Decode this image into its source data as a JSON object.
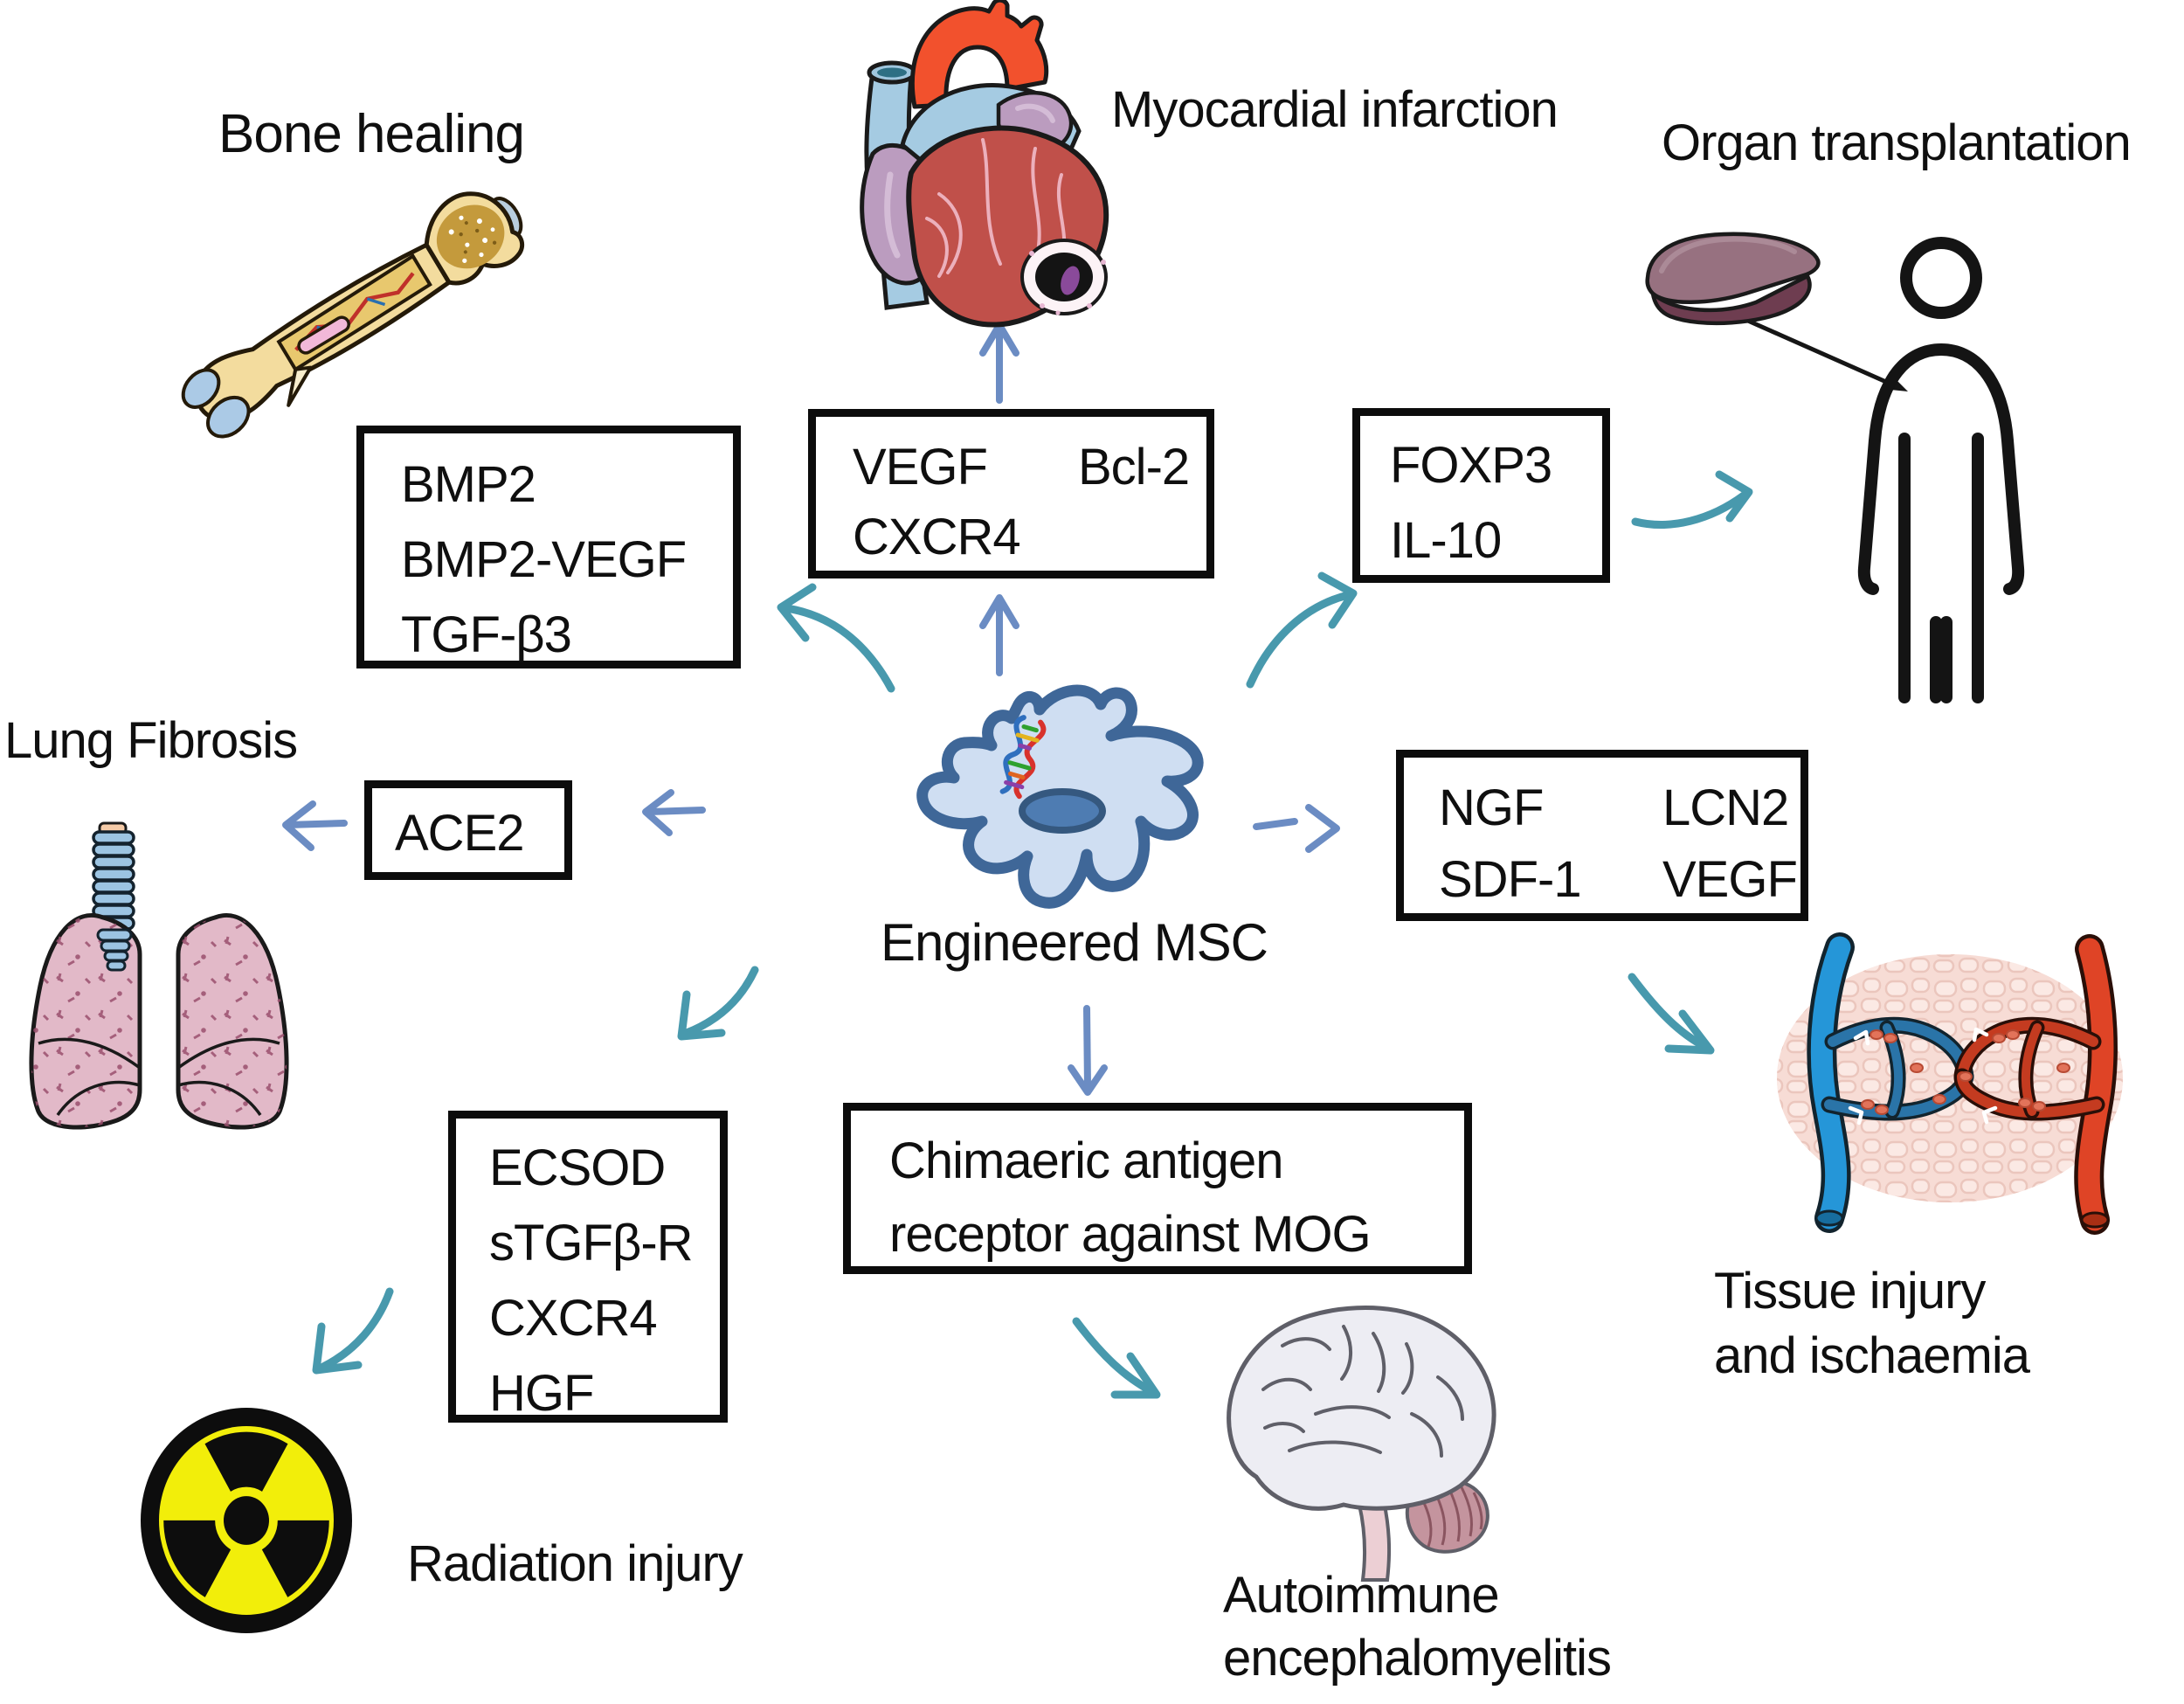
{
  "figure": {
    "center": {
      "label": "Engineered MSC"
    },
    "branches": {
      "bone": {
        "title": "Bone healing",
        "genes": [
          "BMP2",
          "BMP2-VEGF",
          "TGF-β3"
        ]
      },
      "heart": {
        "title": "Myocardial infarction",
        "genes_col1": [
          "VEGF",
          "CXCR4"
        ],
        "genes_col2": [
          "Bcl-2"
        ]
      },
      "transplant": {
        "title": "Organ transplantation",
        "genes": [
          "FOXP3",
          "IL-10"
        ]
      },
      "lung": {
        "title": "Lung Fibrosis",
        "genes": [
          "ACE2"
        ]
      },
      "tissue": {
        "title_lines": [
          "Tissue injury",
          "and ischaemia"
        ],
        "genes_col1": [
          "NGF",
          "SDF-1"
        ],
        "genes_col2": [
          "LCN2",
          "VEGF"
        ]
      },
      "radiation": {
        "title": "Radiation injury",
        "genes": [
          "ECSOD",
          "sTGFβ-R",
          "CXCR4",
          "HGF"
        ]
      },
      "autoimmune": {
        "title_lines": [
          "Autoimmune",
          "encephalomyelitis"
        ],
        "genes": [
          "Chimaeric antigen",
          "receptor against MOG"
        ]
      }
    },
    "colors": {
      "straight_arrow": "#6b8cc3",
      "curved_arrow": "#4899ad",
      "box_border": "#0c0c0c",
      "text": "#0f0f0f",
      "cell_fill": "#cfdef2",
      "cell_stroke": "#3f6798"
    },
    "icons": [
      "bone-icon",
      "heart-icon",
      "liver-icon",
      "person-icon",
      "lungs-icon",
      "msc-cell-icon",
      "dna-icon",
      "capillary-icon",
      "brain-icon",
      "radiation-icon"
    ]
  }
}
